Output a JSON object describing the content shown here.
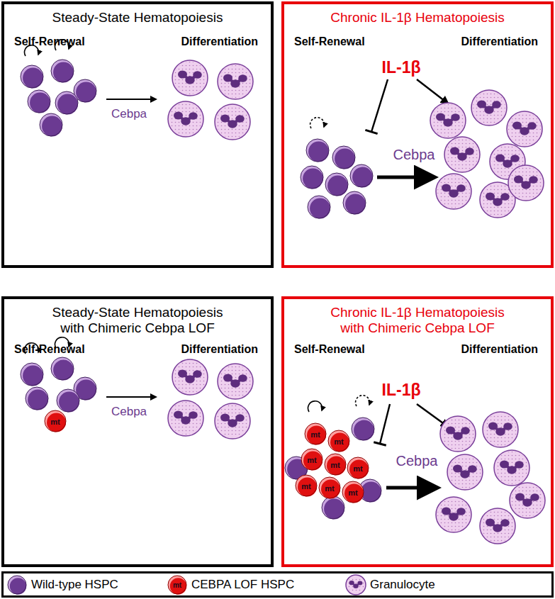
{
  "diagram": {
    "nodes": [
      {
        "text": [
          "Steady-State Hematopoiesis",
          "Self-Renewal",
          "Differentiation"
        ]
      },
      {
        "text": [
          "Chronic IL-1β Hematopoiesis",
          "Self-Renewal",
          "Differentiation"
        ]
      },
      {
        "text": [
          "Steady-State Hematopoiesis with Chimeric Cebpa LOF",
          "Self-Renewal",
          "Differentiation"
        ]
      },
      {
        "text": [
          "Chronic IL-1β Hematopoiesis with Chimeric Cebpa LOF",
          "Self-Renewal",
          "Differentiation"
        ]
      }
    ],
    "labels": [
      "Cebpa",
      "IL-1β",
      "Cebpa",
      "Cebpa",
      "mt",
      "IL-1β",
      "Cebpa",
      "mt",
      "mt",
      "mt",
      "mt",
      "mt",
      "mt",
      "mt",
      "mt",
      "mt"
    ],
    "legend": [
      {
        "text": "Wild-type HSPC"
      },
      {
        "text": "CEBPA LOF HSPC"
      },
      {
        "text": "Granulocyte"
      }
    ]
  }
}
